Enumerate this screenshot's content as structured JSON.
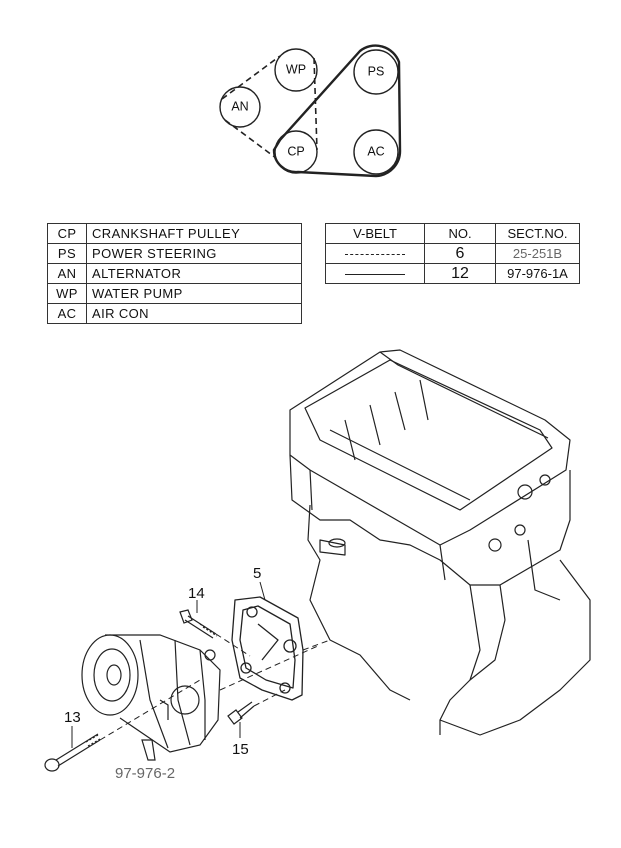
{
  "belt_diagram": {
    "pulleys": [
      {
        "code": "WP"
      },
      {
        "code": "AN"
      },
      {
        "code": "PS"
      },
      {
        "code": "CP"
      },
      {
        "code": "AC"
      }
    ]
  },
  "legend": {
    "rows": [
      {
        "code": "CP",
        "name": "CRANKSHAFT  PULLEY"
      },
      {
        "code": "PS",
        "name": "POWER  STEERING"
      },
      {
        "code": "AN",
        "name": "ALTERNATOR"
      },
      {
        "code": "WP",
        "name": "WATER  PUMP"
      },
      {
        "code": "AC",
        "name": "AIR  CON"
      }
    ]
  },
  "belt_table": {
    "headers": [
      "V-BELT",
      "NO.",
      "SECT.NO."
    ],
    "rows": [
      {
        "line_style": "dashed",
        "no": "6",
        "sect": "25-251B"
      },
      {
        "line_style": "solid",
        "no": "12",
        "sect": "97-976-1A"
      }
    ]
  },
  "callouts": {
    "bracket": "5",
    "upper_bolt": "14",
    "lower_bolt": "15",
    "long_bolt": "13",
    "compressor_ref": "97-976-2"
  },
  "colors": {
    "line": "#222222",
    "background": "#ffffff"
  }
}
